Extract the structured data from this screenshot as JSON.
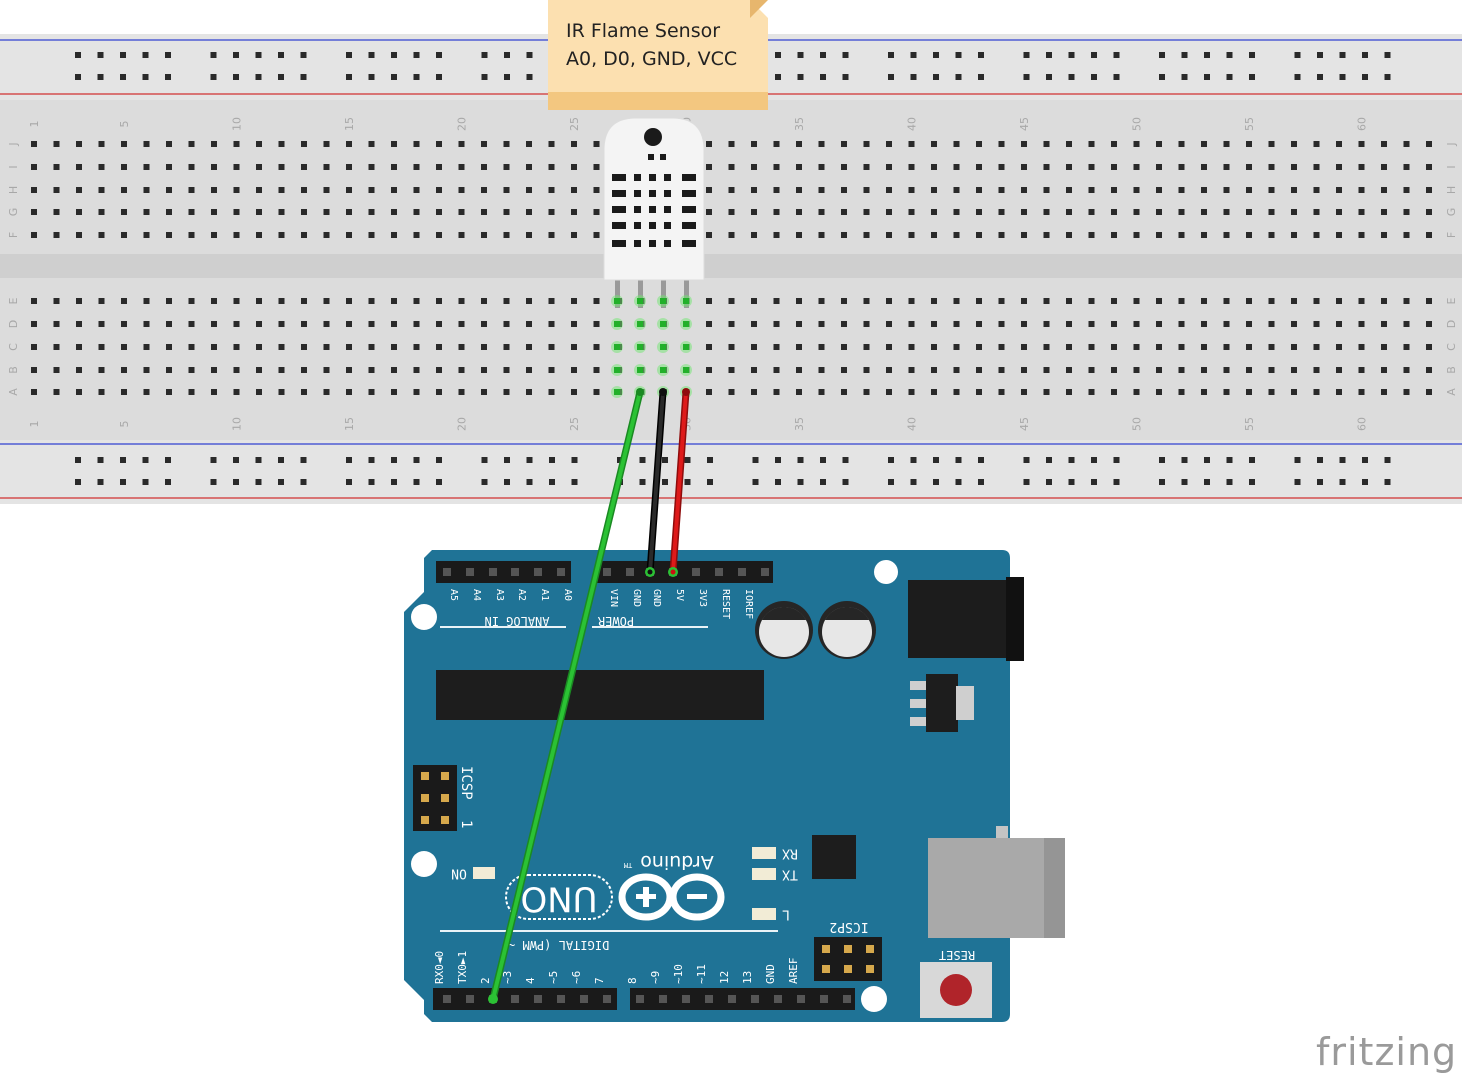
{
  "note": {
    "line1": "IR Flame Sensor",
    "line2": "A0, D0, GND, VCC"
  },
  "breadboard": {
    "row_letters_top": [
      "J",
      "I",
      "H",
      "G",
      "F"
    ],
    "row_letters_bottom": [
      "E",
      "D",
      "C",
      "B",
      "A"
    ],
    "column_numbers": [
      "1",
      "5",
      "10",
      "15",
      "20",
      "25",
      "30",
      "35",
      "40",
      "45",
      "50",
      "55",
      "60"
    ]
  },
  "arduino": {
    "analog_pins": [
      "A5",
      "A4",
      "A3",
      "A2",
      "A1",
      "A0"
    ],
    "analog_label": "ANALOG IN",
    "power_pins": [
      "VIN",
      "GND",
      "GND",
      "5V",
      "3V3",
      "RESET",
      "IOREF"
    ],
    "power_label": "POWER",
    "digital_label": "DIGITAL (PWM ~)",
    "digital_pins_left": [
      "RX0◄0",
      "TX0►1",
      "2",
      "~3",
      "4",
      "~5",
      "~6",
      "7"
    ],
    "digital_pins_right": [
      "8",
      "~9",
      "~10",
      "~11",
      "12",
      "13",
      "GND",
      "AREF"
    ],
    "icsp_label": "ICSP",
    "icsp2_label": "ICSP2",
    "reset_label": "RESET",
    "led_on": "ON",
    "led_rx": "RX",
    "led_tx": "TX",
    "led_l": "L",
    "brand": "Arduino",
    "tm": "TM",
    "model": "UNO",
    "icsp_pin1": "1"
  },
  "watermark": "fritzing",
  "colors": {
    "wire_signal": "#22b02a",
    "wire_gnd": "#1a1a1a",
    "wire_vcc": "#d11414",
    "board": "#1f7396"
  }
}
